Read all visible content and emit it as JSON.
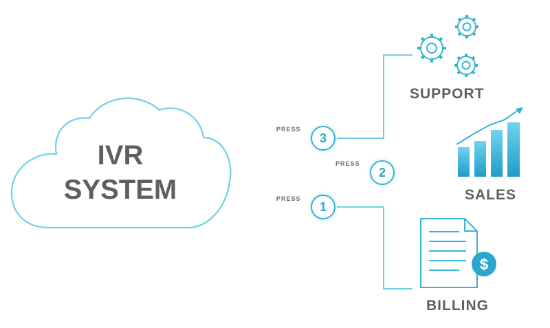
{
  "cloud": {
    "line1": "IVR",
    "line2": "SYSTEM"
  },
  "options": [
    {
      "press": "PRESS",
      "number": "3",
      "destination": "SUPPORT",
      "icon": "gears-icon"
    },
    {
      "press": "PRESS",
      "number": "2",
      "destination": "SALES",
      "icon": "bar-chart-icon"
    },
    {
      "press": "PRESS",
      "number": "1",
      "destination": "BILLING",
      "icon": "invoice-dollar-icon"
    }
  ],
  "colors": {
    "accent": "#35b3d6",
    "text": "#5f5f5f",
    "line": "#6fd0e8"
  }
}
